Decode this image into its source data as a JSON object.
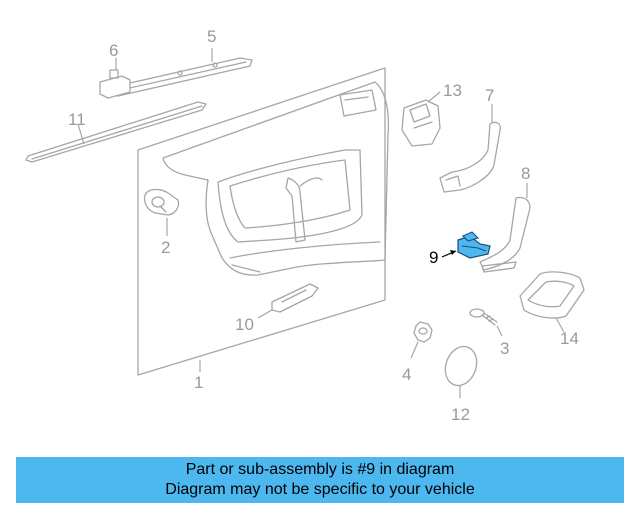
{
  "diagram": {
    "callouts": [
      "1",
      "2",
      "3",
      "4",
      "5",
      "6",
      "7",
      "8",
      "9",
      "10",
      "11",
      "12",
      "13",
      "14"
    ],
    "highlighted_callout": "9",
    "highlight_color": "#4db7f0",
    "line_color": "#a6a6a6"
  },
  "banner": {
    "line1": "Part or sub-assembly is #9 in diagram",
    "line2": "Diagram may not be specific to your vehicle",
    "background": "#4db7f0"
  }
}
